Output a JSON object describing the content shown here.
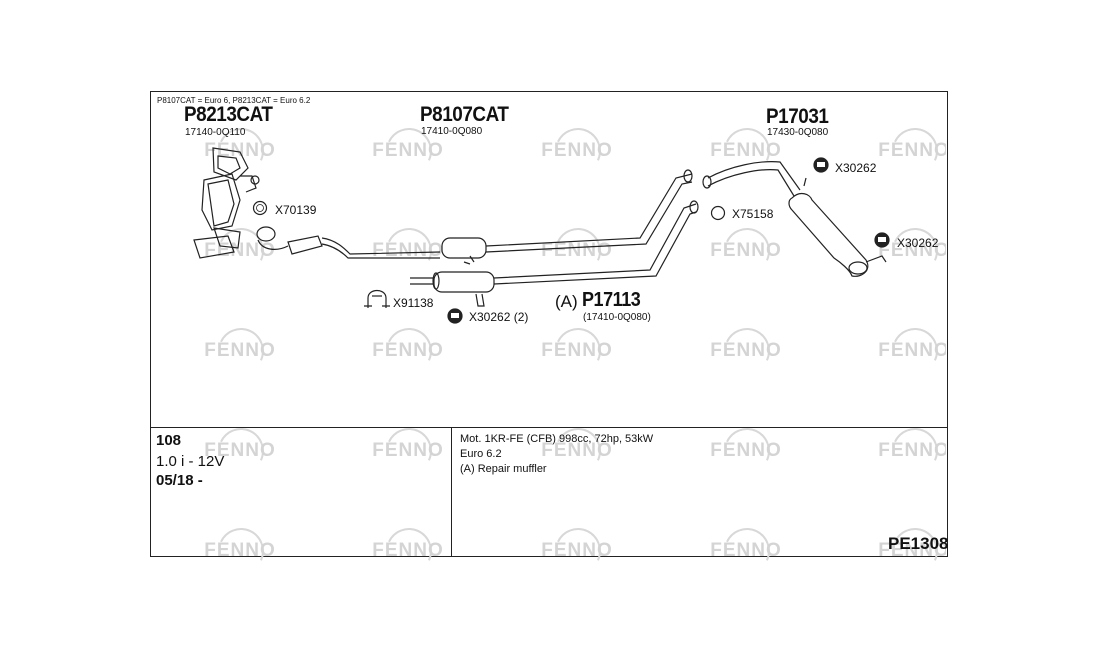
{
  "header_note": "P8107CAT = Euro 6, P8213CAT = Euro 6.2",
  "watermark": "FENNO",
  "parts": [
    {
      "number": "P8213CAT",
      "oem": "17140-0Q110"
    },
    {
      "number": "P8107CAT",
      "oem": "17410-0Q080"
    },
    {
      "number": "P17031",
      "oem": "17430-0Q080"
    },
    {
      "prefix": "(A)",
      "number": "P17113",
      "oem": "(17410-0Q080)"
    }
  ],
  "accessories": {
    "x70139": "X70139",
    "x91138": "X91138",
    "x30262_2": "X30262 (2)",
    "x75158": "X75158",
    "x30262_top": "X30262",
    "x30262_right": "X30262"
  },
  "vehicle": {
    "model": "108",
    "engine": "1.0 i - 12V",
    "date": "05/18 -"
  },
  "description": {
    "line1": "Mot. 1KR-FE (CFB) 998cc, 72hp, 53kW",
    "line2": "Euro 6.2",
    "line3": "(A) Repair muffler"
  },
  "code": "PE1308",
  "colors": {
    "line": "#222222",
    "watermark": "#d4d4d4"
  }
}
